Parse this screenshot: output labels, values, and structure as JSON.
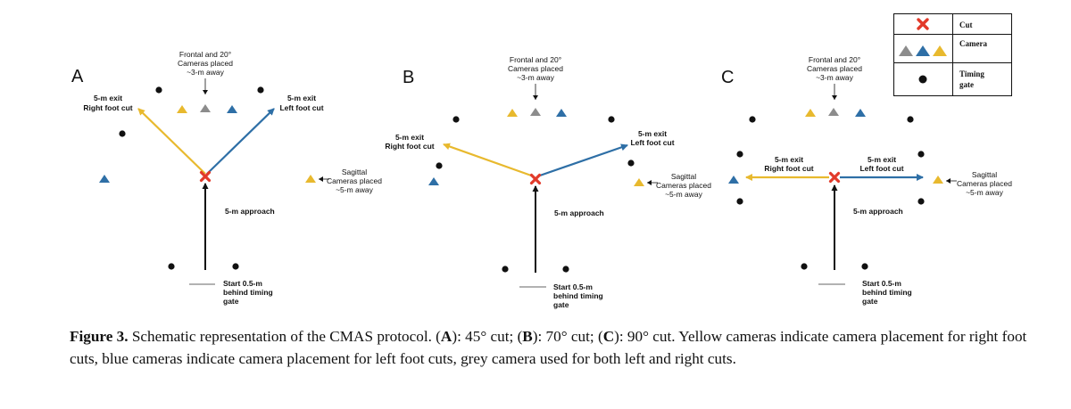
{
  "colors": {
    "yellow": "#e8b92e",
    "blue": "#2e6fa6",
    "grey": "#8c8c8c",
    "cut_red": "#e23a2a",
    "gate_black": "#111111"
  },
  "legend": {
    "cut": "Cut",
    "camera": "Camera",
    "timing_line1": "Timing",
    "timing_line2": "gate"
  },
  "panels": [
    {
      "letter": "A",
      "frontal": [
        "Frontal and 20°",
        "Cameras placed",
        "~3-m away"
      ],
      "exit_right": [
        "5-m exit",
        "Right foot cut"
      ],
      "exit_left": [
        "5-m exit",
        "Left foot cut"
      ],
      "sagittal": [
        "Sagittal",
        "Cameras placed",
        "~5-m away"
      ],
      "approach": "5-m approach",
      "start": [
        "Start 0.5-m",
        "behind timing",
        "gate"
      ]
    },
    {
      "letter": "B",
      "frontal": [
        "Frontal and 20°",
        "Cameras placed",
        "~3-m away"
      ],
      "exit_right": [
        "5-m exit",
        "Right foot cut"
      ],
      "exit_left": [
        "5-m exit",
        "Left foot cut"
      ],
      "sagittal": [
        "Sagittal",
        "Cameras placed",
        "~5-m away"
      ],
      "approach": "5-m approach",
      "start": [
        "Start 0.5-m",
        "behind timing",
        "gate"
      ]
    },
    {
      "letter": "C",
      "frontal": [
        "Frontal and 20°",
        "Cameras placed",
        "~3-m away"
      ],
      "exit_right": [
        "5-m exit",
        "Right foot cut"
      ],
      "exit_left": [
        "5-m exit",
        "Left foot cut"
      ],
      "sagittal": [
        "Sagittal",
        "Cameras placed",
        "~5-m away"
      ],
      "approach": "5-m approach",
      "start": [
        "Start 0.5-m",
        "behind timing",
        "gate"
      ]
    }
  ],
  "caption": {
    "label": "Figure 3.",
    "parts": [
      " Schematic representation of the CMAS protocol. (",
      "A",
      "): 45° cut; (",
      "B",
      "): 70° cut; (",
      "C",
      "): 90° cut. Yellow cameras indicate camera placement for right foot cuts, blue cameras indicate camera placement for left foot cuts, grey camera used for both left and right cuts."
    ]
  }
}
